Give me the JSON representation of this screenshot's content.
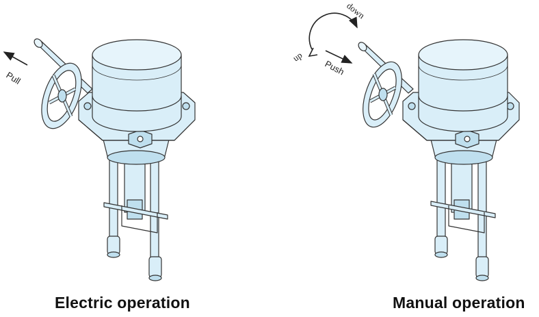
{
  "colors": {
    "body_fill": "#d9eef8",
    "body_fill_dark": "#bfdfee",
    "outline": "#333333",
    "arrow": "#222222"
  },
  "left_figure": {
    "caption": "Electric operation",
    "arrow_label": "Pull"
  },
  "right_figure": {
    "caption": "Manual operation",
    "arrow_label": "Push",
    "rotate_up_label": "up",
    "rotate_down_label": "down"
  }
}
